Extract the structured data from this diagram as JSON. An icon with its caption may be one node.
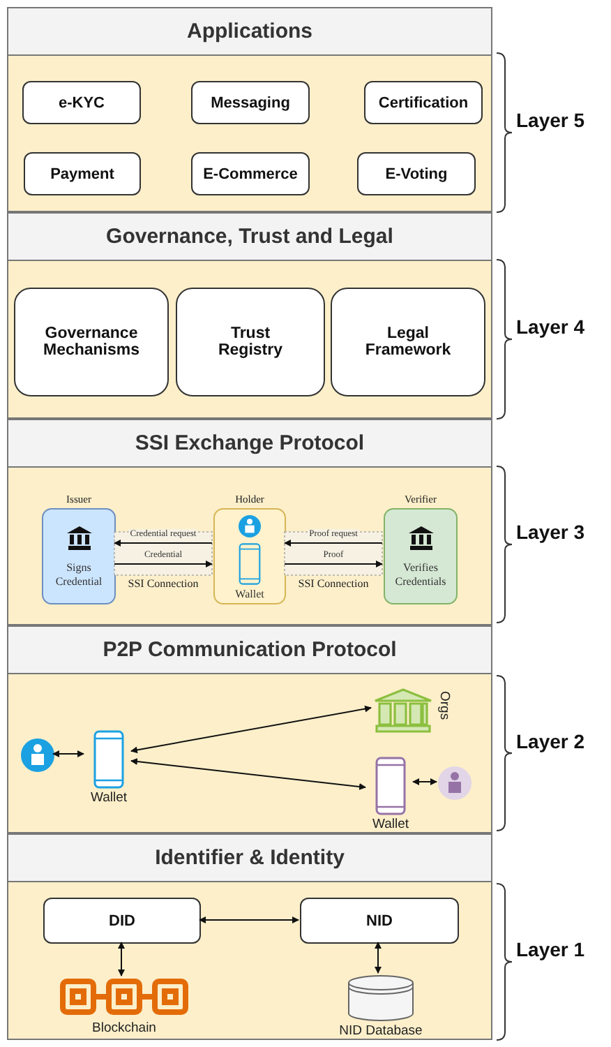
{
  "diagram": {
    "nodes": [
      {
        "text": [
          "Applications"
        ]
      },
      {
        "text": [
          "e-KYC"
        ],
        "in": 0
      },
      {
        "text": [
          "Messaging"
        ],
        "in": 0
      },
      {
        "text": [
          "Certification"
        ],
        "in": 0
      },
      {
        "text": [
          "Payment"
        ],
        "in": 0
      },
      {
        "text": [
          "E-Commerce"
        ],
        "in": 0
      },
      {
        "text": [
          "E-Voting"
        ],
        "in": 0
      },
      {
        "text": [
          "Governance, Trust and Legal"
        ]
      },
      {
        "text": [
          "Governance Mechanisms"
        ],
        "in": 7
      },
      {
        "text": [
          "Trust Registry"
        ],
        "in": 7
      },
      {
        "text": [
          "Legal Framework"
        ],
        "in": 7
      },
      {
        "text": [
          "SSI Exchange Protocol"
        ]
      },
      {
        "text": [
          "Issuer",
          "Signs Credential"
        ],
        "in": 11
      },
      {
        "text": [
          "Holder",
          "Wallet"
        ],
        "in": 11
      },
      {
        "text": [
          "Verifier",
          "Verifies Credentials"
        ],
        "in": 11
      },
      {
        "text": [
          "P2P Communication Protocol"
        ]
      },
      {
        "text": [],
        "shape": "person",
        "in": 15
      },
      {
        "text": [
          "Wallet"
        ],
        "in": 15
      },
      {
        "text": [
          "Orgs"
        ],
        "in": 15
      },
      {
        "text": [
          "Wallet"
        ],
        "in": 15
      },
      {
        "text": [],
        "shape": "person",
        "in": 15
      },
      {
        "text": [
          "Identifier & Identity"
        ]
      },
      {
        "text": [
          "DID"
        ],
        "in": 21
      },
      {
        "text": [
          "NID"
        ],
        "in": 21
      },
      {
        "text": [
          "Blockchain"
        ],
        "in": 21
      },
      {
        "text": [
          "NID Database"
        ],
        "in": 21
      }
    ],
    "edges": [
      {
        "from": 13,
        "to": 12,
        "arrow": "to",
        "label": "Credential request"
      },
      {
        "from": 12,
        "to": 13,
        "arrow": "to",
        "label": "Credential"
      },
      {
        "from": 14,
        "to": 13,
        "arrow": "to",
        "label": "Proof request"
      },
      {
        "from": 13,
        "to": 14,
        "arrow": "to",
        "label": "Proof"
      },
      {
        "from": 16,
        "to": 17,
        "arrow": "both"
      },
      {
        "from": 17,
        "to": 18,
        "arrow": "both"
      },
      {
        "from": 17,
        "to": 19,
        "arrow": "both"
      },
      {
        "from": 19,
        "to": 20,
        "arrow": "both"
      },
      {
        "from": 22,
        "to": 23,
        "arrow": "both"
      },
      {
        "from": 22,
        "to": 24,
        "arrow": "both"
      },
      {
        "from": 23,
        "to": 25,
        "arrow": "both"
      }
    ],
    "labels": [
      "Layer 5",
      "Layer 4",
      "SSI Connection",
      "SSI Connection",
      "Layer 3",
      "Layer 2",
      "Layer 1"
    ]
  }
}
